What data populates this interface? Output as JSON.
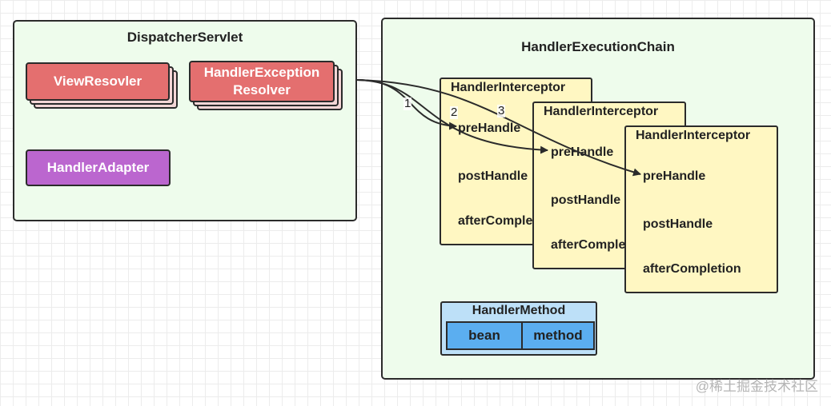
{
  "dispatcher": {
    "title": "DispatcherServlet",
    "view_resolver": "ViewResovler",
    "exception_resolver": "HandlerException\nResolver",
    "handler_adapter": "HandlerAdapter"
  },
  "chain": {
    "title": "HandlerExecutionChain",
    "interceptors": [
      {
        "title": "HandlerInterceptor",
        "items": [
          "preHandle",
          "postHandle",
          "afterComple"
        ]
      },
      {
        "title": "HandlerInterceptor",
        "items": [
          "preHandle",
          "postHandle",
          "afterComple"
        ]
      },
      {
        "title": "HandlerInterceptor",
        "items": [
          "preHandle",
          "postHandle",
          "afterCompletion"
        ]
      }
    ],
    "handler_method": {
      "title": "HandlerMethod",
      "cells": [
        "bean",
        "method"
      ]
    }
  },
  "arrows": [
    "1",
    "2",
    "3"
  ],
  "watermark": "@稀土掘金技术社区",
  "colors": {
    "panel_bg": "#eefcec",
    "red": "#e46f6f",
    "purple": "#bb66cf",
    "interceptor": "#fff7c2",
    "handler_method": "#bde0f8",
    "cell": "#5baef0"
  }
}
